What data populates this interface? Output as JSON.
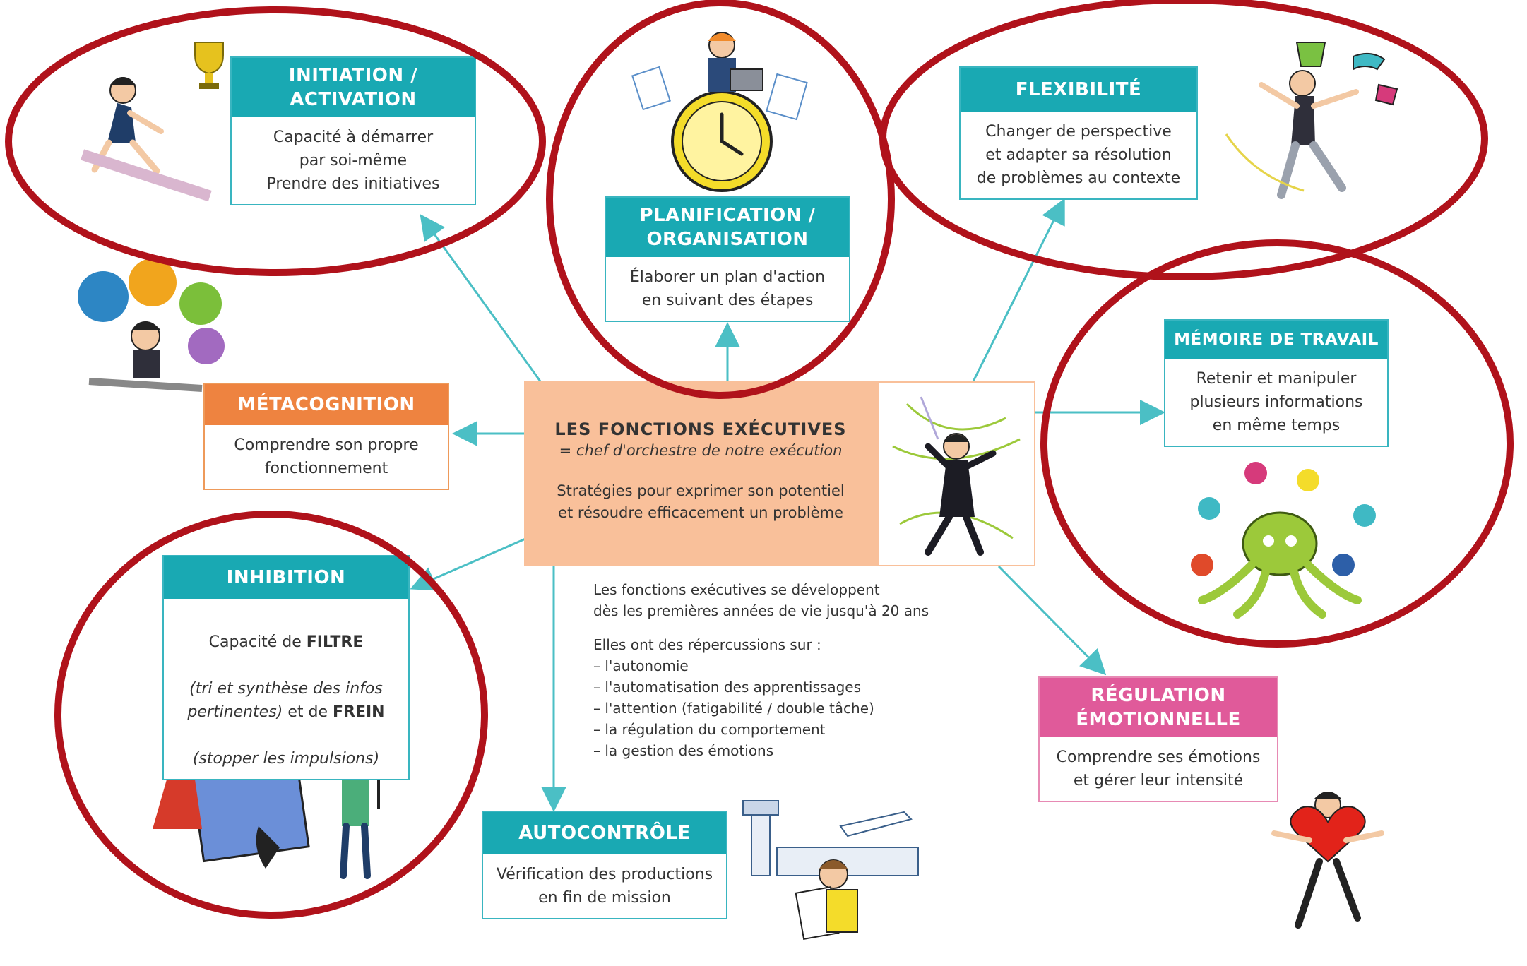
{
  "center": {
    "title": "LES FONCTIONS EXÉCUTIVES",
    "subtitle": "= chef d'orchestre de notre exécution",
    "description": "Stratégies pour exprimer son potentiel\net résoudre efficacement un problème"
  },
  "boxes": {
    "initiation": {
      "title": "INITIATION /\nACTIVATION",
      "text": "Capacité à démarrer\npar soi-même\nPrendre des initiatives"
    },
    "planification": {
      "title": "PLANIFICATION /\nORGANISATION",
      "text": "Élaborer un plan d'action\nen suivant des étapes"
    },
    "flexibilite": {
      "title": "FLEXIBILITÉ",
      "text": "Changer de perspective\net adapter sa résolution\nde problèmes au contexte"
    },
    "memoire": {
      "title": "MÉMOIRE DE TRAVAIL",
      "text": "Retenir et manipuler\nplusieurs informations\nen même temps"
    },
    "metacognition": {
      "title": "MÉTACOGNITION",
      "text": "Comprendre son propre\nfonctionnement"
    },
    "inhibition": {
      "title": "INHIBITION",
      "text_1": "Capacité de ",
      "keyword_1": "FILTRE",
      "text_2": "(tri et synthèse des infos\npertinentes)",
      "text_3": " et de ",
      "keyword_2": "FREIN",
      "text_4": "(stopper les impulsions)"
    },
    "regulation": {
      "title": "RÉGULATION\nÉMOTIONNELLE",
      "text": "Comprendre ses émotions\net gérer leur intensité"
    },
    "autocontrole": {
      "title": "AUTOCONTRÔLE",
      "text": "Vérification des productions\nen fin de mission"
    }
  },
  "notes": {
    "intro": "Les fonctions exécutives se développent\ndès les premières années de vie jusqu'à 20 ans",
    "lead": "Elles ont des répercussions sur :",
    "items": [
      "l'autonomie",
      "l'automatisation des apprentissages",
      "l'attention (fatigabilité / double tâche)",
      "la régulation du comportement",
      "la gestion des émotions"
    ]
  },
  "colors": {
    "teal": "#19a9b3",
    "arrow": "#4bbfc5",
    "orange": "#ee8340",
    "center_bg": "#f9c09a",
    "pink": "#e05a9a",
    "highlight_ring": "#b0121b"
  },
  "illustrations": [
    "runner-with-trophy-icon",
    "boy-on-clock-with-laptop-icon",
    "juggler-with-hats-icon",
    "thinking-girl-with-bubbles-icon",
    "orchestra-conductor-icon",
    "octopus-juggling-balls-icon",
    "children-filter-and-stop-sign-icon",
    "air-traffic-controller-icon",
    "heart-dancer-icon"
  ],
  "highlighted": [
    "initiation",
    "planification",
    "flexibilite",
    "memoire",
    "inhibition"
  ]
}
